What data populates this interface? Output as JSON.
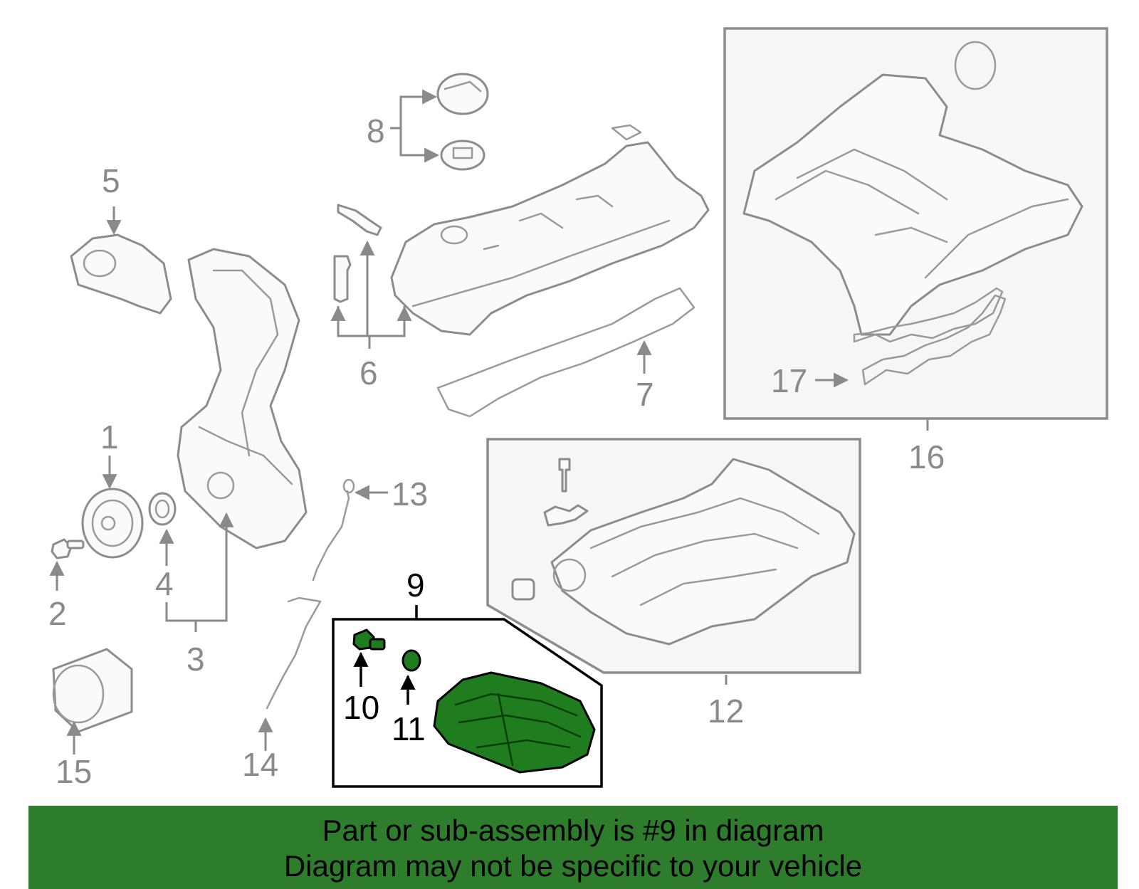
{
  "callouts": {
    "c1": "1",
    "c2": "2",
    "c3": "3",
    "c4": "4",
    "c5": "5",
    "c6": "6",
    "c7": "7",
    "c8": "8",
    "c9": "9",
    "c10": "10",
    "c11": "11",
    "c12": "12",
    "c13": "13",
    "c14": "14",
    "c15": "15",
    "c16": "16",
    "c17": "17"
  },
  "highlight": {
    "part": "9",
    "color": "#2d7d2d"
  },
  "banner": {
    "line1": "Part or sub-assembly is #9 in diagram",
    "line2": "Diagram may not be specific to your vehicle"
  },
  "icons": [
    "arrow-icon"
  ]
}
